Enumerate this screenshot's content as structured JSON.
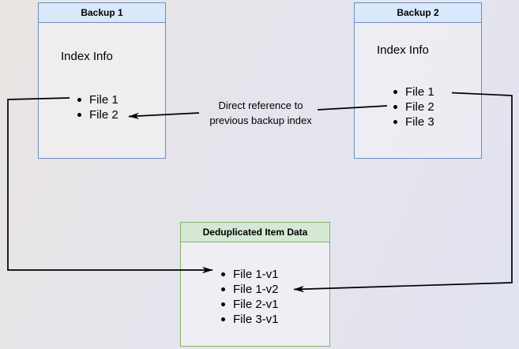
{
  "diagram": {
    "nodes": {
      "backup1": {
        "title": "Backup 1",
        "subtitle": "Index Info",
        "items": [
          "File 1",
          "File 2"
        ]
      },
      "backup2": {
        "title": "Backup 2",
        "subtitle": "Index Info",
        "items": [
          "File 1",
          "File 2",
          "File 3"
        ]
      },
      "dedup": {
        "title": "Deduplicated Item Data",
        "items": [
          "File 1-v1",
          "File 1-v2",
          "File 2-v1",
          "File 3-v1"
        ]
      }
    },
    "edge_label": {
      "line1": "Direct reference to",
      "line2": "previous backup index"
    },
    "colors": {
      "blue_node_fill": "#dae8fc",
      "blue_node_border": "#6c8ebf",
      "green_node_fill": "#d5e8d4",
      "green_node_border": "#82b366",
      "connector": "#000000",
      "background_warm": "#e9e5e2",
      "background_cool": "#e2e3f0"
    }
  }
}
